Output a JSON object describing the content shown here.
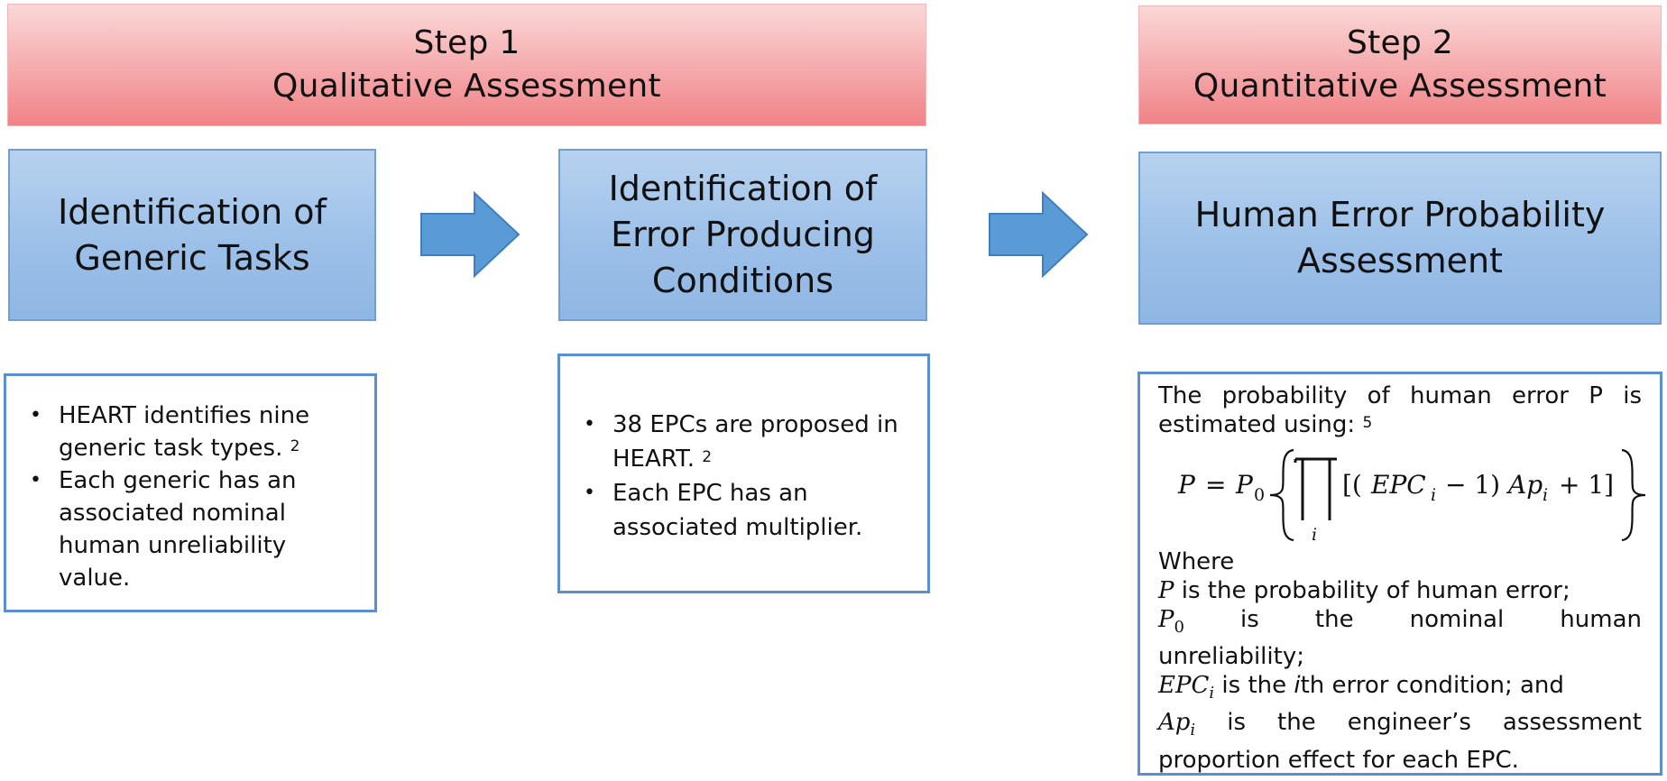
{
  "step1": {
    "line1": "Step 1",
    "line2": "Qualitative Assessment"
  },
  "step2": {
    "line1": "Step 2",
    "line2": "Quantitative Assessment"
  },
  "box_generic_tasks": {
    "line1": "Identification of",
    "line2": "Generic Tasks"
  },
  "box_epc": {
    "line1": "Identification of",
    "line2": "Error Producing",
    "line3": "Conditions"
  },
  "box_hep": {
    "line1": "Human Error Probability",
    "line2": "Assessment"
  },
  "generic_tasks_notes": [
    {
      "text": "HEART identifies nine generic task types.",
      "ref": "2"
    },
    {
      "text": "Each generic has an associated nominal human unreliability value.",
      "ref": ""
    }
  ],
  "epc_notes": [
    {
      "text": "38 EPCs are proposed in HEART.",
      "ref": "2"
    },
    {
      "text": "Each EPC has an associated multiplier.",
      "ref": ""
    }
  ],
  "hep_notes": {
    "intro_a": "The probability of human error P is",
    "intro_b": "estimated using:",
    "intro_ref": "5",
    "formula": {
      "lhs": "P",
      "eq": "=",
      "p0": "P",
      "p0_sub": "0",
      "product_index": "i",
      "body_open": "[(",
      "epc": "EPC",
      "epc_sub": "i",
      "minus": "− 1)",
      "ap": "Ap",
      "ap_sub": "i",
      "plus": "+ 1]"
    },
    "where": "Where",
    "def1_sym": "P",
    "def1_text": "is the probability of human error;",
    "def2_sym": "P",
    "def2_sub": "0",
    "def2_text_a": "is",
    "def2_text_b": "the",
    "def2_text_c": "nominal",
    "def2_text_d": "human",
    "def2_text_e": "unreliability;",
    "def3_sym": "EPC",
    "def3_sub": "i",
    "def3_text_a": "is the",
    "def3_i": "i",
    "def3_text_b": "th error condition; and",
    "def4_sym": "Ap",
    "def4_sub": "i",
    "def4_text": "is the engineer’s assessment",
    "def4_text_b": "proportion effect for each EPC."
  },
  "colors": {
    "banner_top": "#fbd8d8",
    "banner_bottom": "#f08287",
    "box_top": "#b8d2ef",
    "box_bottom": "#8fb6e3",
    "arrow": "#5b9bd5",
    "border": "#5b8fd0"
  }
}
